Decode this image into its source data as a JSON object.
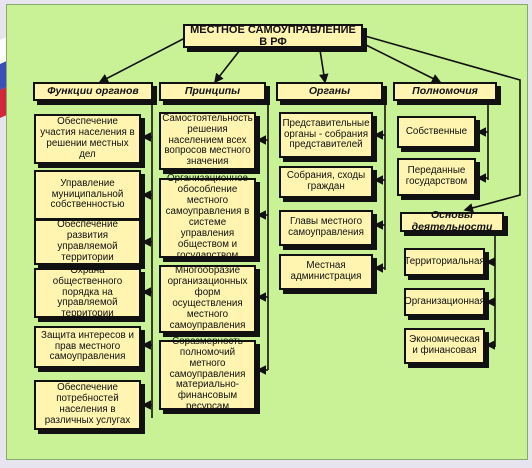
{
  "title": "МЕСТНОЕ САМОУПРАВЛЕНИЕ В РФ",
  "functions": {
    "header": "Функции органов",
    "items": [
      "Обеспечение участия населения в решении местных дел",
      "Управление муниципальной собственностью",
      "Обеспечение развития управляемой территории",
      "Охрана общественного порядка на управляемой территории",
      "Защита интересов и прав местного самоуправления",
      "Обеспечение потребностей населения в различных услугах"
    ]
  },
  "principles": {
    "header": "Принципы",
    "items": [
      "Самостоятельность решения населением всех вопросов местного значения",
      "Организационное обособление местного самоуправления в системе управления обществом и государством",
      "Многообразие организационных форм осуществления местного самоуправления",
      "Соразмерность полномочий метного самоуправления материально-финансовым ресурсам"
    ]
  },
  "organs": {
    "header": "Органы",
    "items": [
      "Представительные органы - собрания представителей",
      "Собрания, сходы граждан",
      "Главы местного самоуправления",
      "Местная администрация"
    ]
  },
  "powers": {
    "header": "Полномочия",
    "items": [
      "Собственные",
      "Переданные государством"
    ]
  },
  "basis": {
    "header": "Основы деятельности",
    "items": [
      "Территориальная",
      "Организационная",
      "Экономическая и финансовая"
    ]
  },
  "colors": {
    "panel": "#c9f296",
    "box": "#fff5b0",
    "line": "#111111"
  }
}
